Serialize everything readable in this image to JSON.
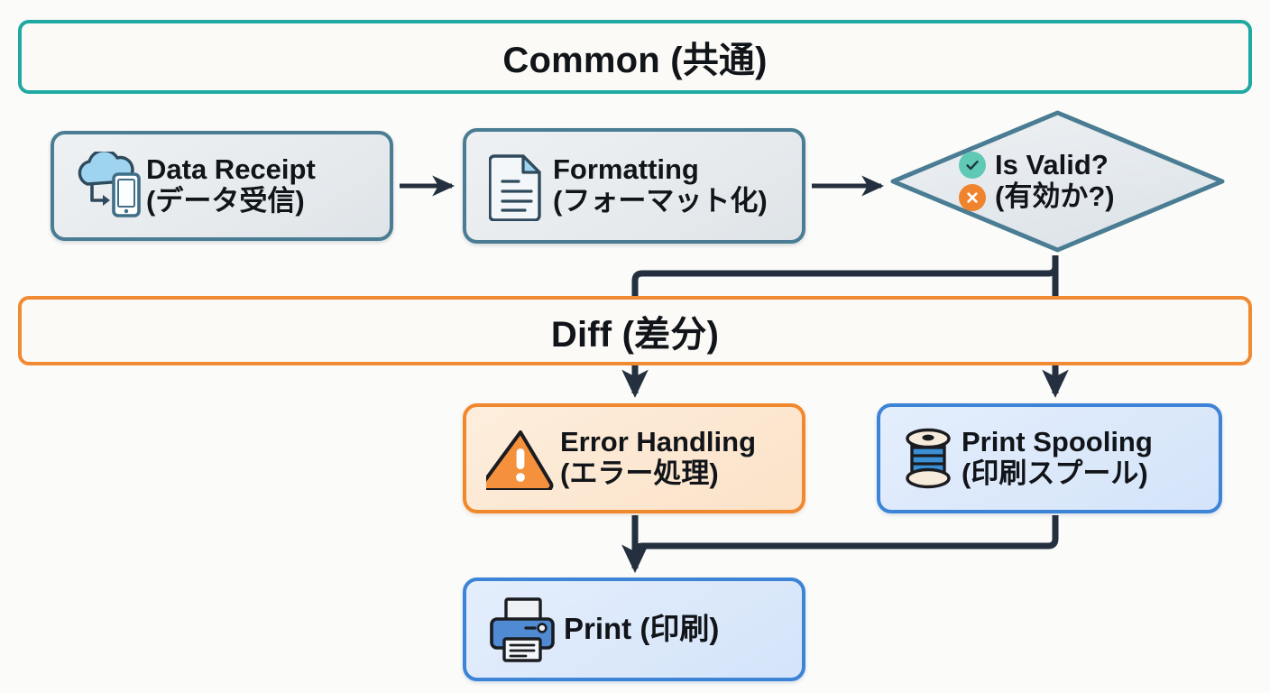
{
  "diagram": {
    "title": "Printing pipeline flowchart (Common / Diff lanes)",
    "background": "#fbfbf9",
    "colors": {
      "common_band_border": "#20a9a2",
      "diff_band_border": "#f08a33",
      "steel_node_border": "#4a7d93",
      "orange_node_border": "#f0882e",
      "blue_node_border": "#3d84d6",
      "edge_stroke": "#24303f",
      "check_mark": "#5fc9b5",
      "cross_mark": "#f0842e"
    }
  },
  "bands": [
    {
      "id": "common",
      "label": "Common (共通)"
    },
    {
      "id": "diff",
      "label": "Diff (差分)"
    }
  ],
  "nodes": {
    "data_receipt": {
      "line1": "Data Receipt",
      "line2": "(データ受信)",
      "icon": "cloud-download-tablet-icon"
    },
    "formatting": {
      "line1": "Formatting",
      "line2": "(フォーマット化)",
      "icon": "document-icon"
    },
    "decision": {
      "line1": "Is Valid?",
      "line2": "(有効か?)",
      "icon_yes": "check-circle-icon",
      "icon_no": "cross-circle-icon"
    },
    "error_handling": {
      "line1": "Error Handling",
      "line2": "(エラー処理)",
      "icon": "warning-triangle-icon"
    },
    "print_spooling": {
      "line1": "Print Spooling",
      "line2": "(印刷スプール)",
      "icon": "thread-spool-icon"
    },
    "print": {
      "line1": "Print (印刷)",
      "icon": "printer-icon"
    }
  },
  "edges": [
    {
      "from": "data_receipt",
      "to": "formatting",
      "style": "straight-arrow"
    },
    {
      "from": "formatting",
      "to": "decision",
      "style": "straight-arrow"
    },
    {
      "from": "decision",
      "to": "error_handling",
      "style": "elbow-arrow"
    },
    {
      "from": "decision",
      "to": "print_spooling",
      "style": "straight-arrow"
    },
    {
      "from": "error_handling",
      "to": "print",
      "style": "elbow-arrow"
    },
    {
      "from": "print_spooling",
      "to": "print",
      "style": "elbow-arrow"
    }
  ]
}
